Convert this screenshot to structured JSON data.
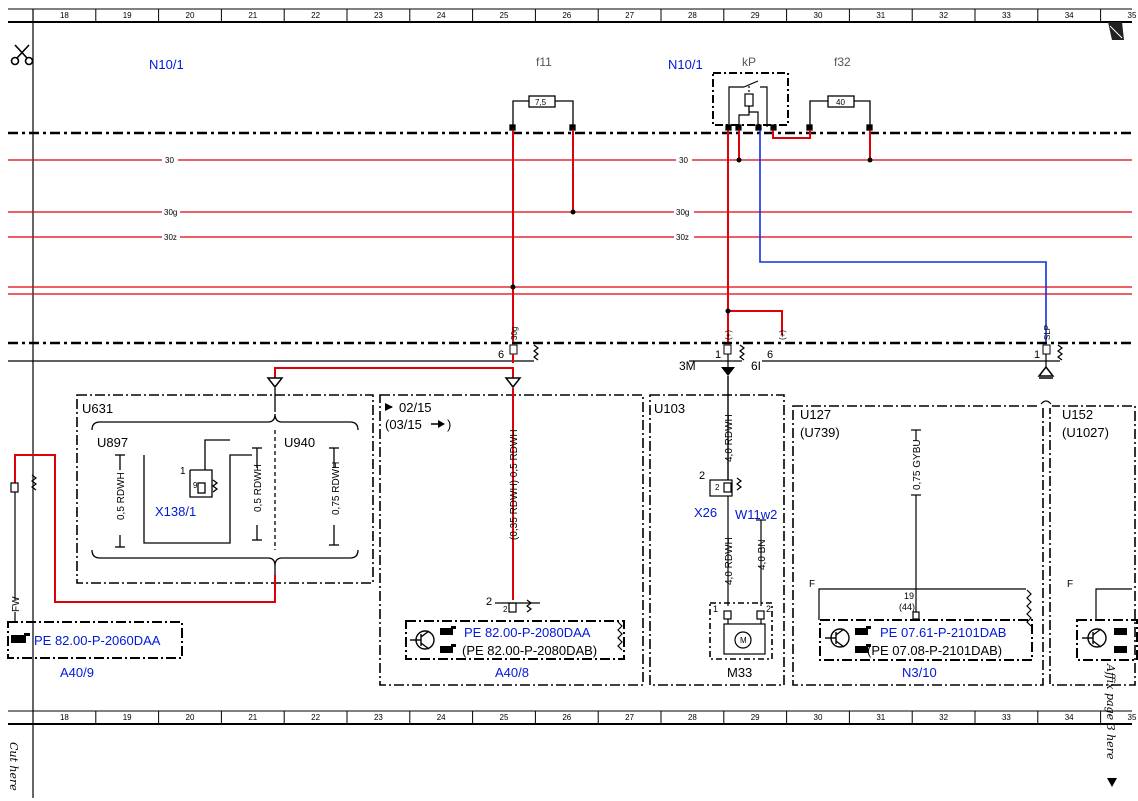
{
  "grid_columns": [
    "18",
    "19",
    "20",
    "21",
    "22",
    "23",
    "24",
    "25",
    "26",
    "27",
    "28",
    "29",
    "30",
    "31",
    "32",
    "33",
    "34",
    "35"
  ],
  "components": {
    "n10_1_left": "N10/1",
    "n10_1_right": "N10/1",
    "kp": "kP",
    "f11": "f11",
    "f32": "f32",
    "fuse_f11_value": "7,5",
    "fuse_f32_value": "40",
    "x138_1": "X138/1",
    "x26": "X26",
    "w11w2": "W11w2",
    "m33": "M33",
    "a40_9": "A40/9",
    "a40_8": "A40/8",
    "n3_10": "N3/10",
    "motor_symbol": "M"
  },
  "buses": {
    "b30_a": "30",
    "b30_b": "30",
    "b30g_a": "30g",
    "b30g_b": "30g",
    "b30z_a": "30z",
    "b30z_b": "30z"
  },
  "sections": {
    "u631": "U631",
    "u897": "U897",
    "u940": "U940",
    "date_from": "02/15",
    "date_to": "(03/15",
    "u103": "U103",
    "u127": "U127",
    "u739": "(U739)",
    "u152": "U152",
    "u1027": "(U1027)"
  },
  "wires": {
    "rdwh_05_a": "0,5 RDWH",
    "rdwh_05_b": "0,5 RDWH",
    "rdwh_075": "0,75 RDWH",
    "rdwh_035_05": "(0,35 RDWH) 0,5 RDWH",
    "rdwh_40_a": "4,0 RDWH",
    "rdwh_40_b": "4,0 RDWH",
    "bn_40": "4,0 BN",
    "gybu_075": "0,75 GYBU"
  },
  "pins": {
    "p6_left": "6",
    "p1_a": "1",
    "p6_mid": "6",
    "p1_right": "1",
    "p3m": "3M",
    "p6i": "6I",
    "p1_x138": "1",
    "p9": "9",
    "p2_x26": "2",
    "p2_x26_inner": "2",
    "p2_a408": "2",
    "p2_a408_inner": "2",
    "p1_m33": "1",
    "p2_m33": "2",
    "p19": "19",
    "p44": "(44)",
    "f_left": "F",
    "f_right": "F",
    "fw": "FW",
    "tag_30g": "30g",
    "tag_plus_a": "(+)",
    "tag_plus_b": "(+)",
    "tag_slp": "SLP"
  },
  "references": {
    "a40_9": "PE 82.00-P-2060DAA",
    "a40_8_a": "PE 82.00-P-2080DAA",
    "a40_8_b": "(PE 82.00-P-2080DAB)",
    "n3_10_a": "PE 07.61-P-2101DAB",
    "n3_10_b": "(PE 07.08-P-2101DAB)"
  },
  "margin": {
    "cut_here": "Cut here",
    "affix": "Affix page 3 here"
  },
  "colors": {
    "wire_red": "#e0000a",
    "wire_blue": "#1030e0",
    "label_blue": "#0018d8"
  }
}
